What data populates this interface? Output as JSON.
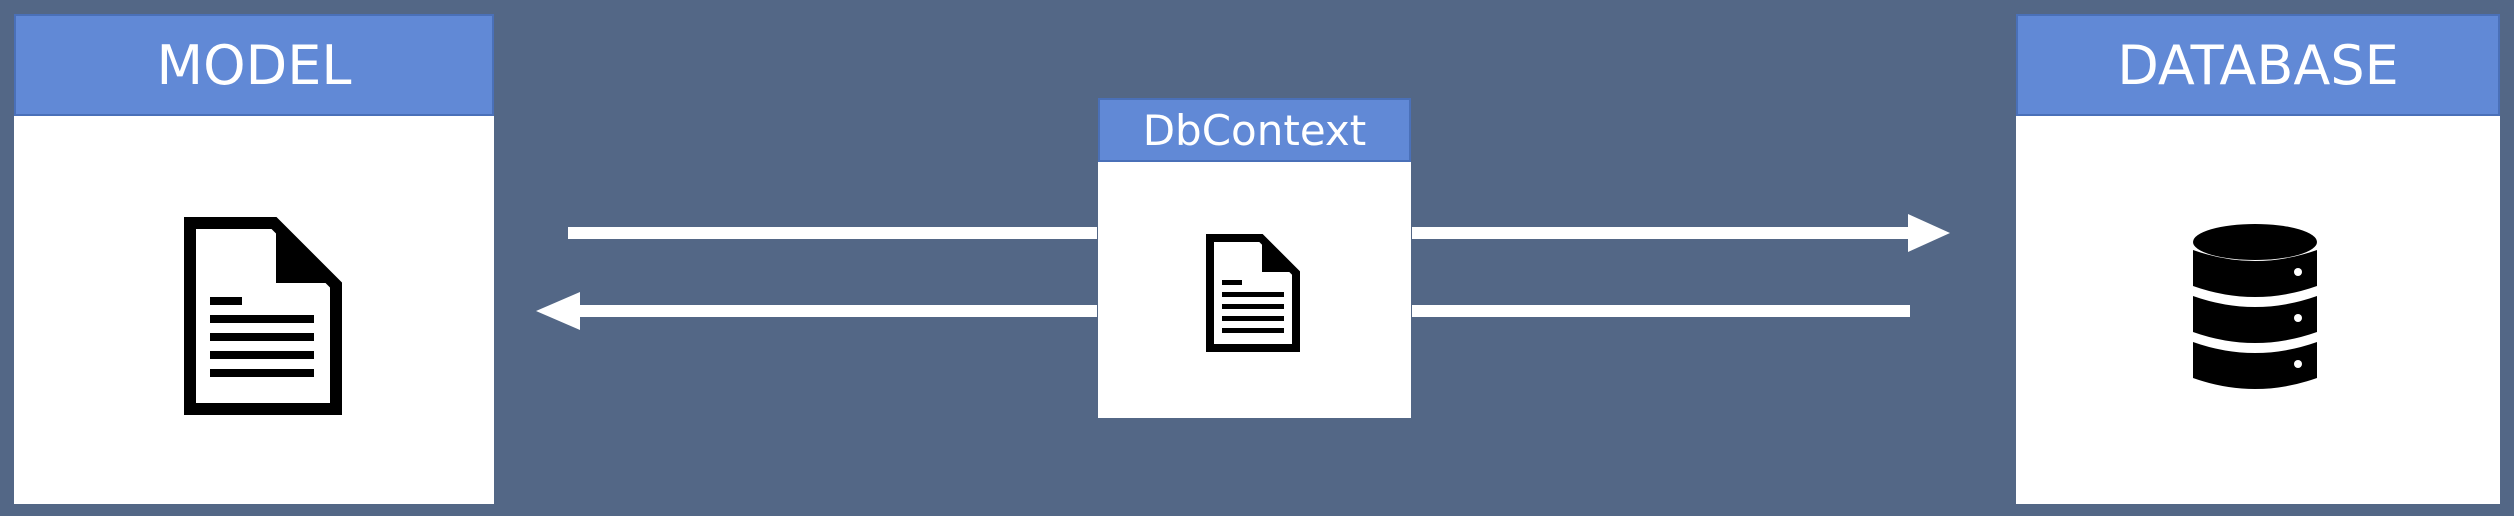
{
  "model": {
    "title": "MODEL",
    "icon": "document-icon"
  },
  "context": {
    "title": "DbContext",
    "icon": "document-icon"
  },
  "database": {
    "title": "DATABASE",
    "icon": "database-icon"
  },
  "colors": {
    "background": "#536786",
    "header": "#6189d6",
    "box": "#ffffff",
    "arrow": "#ffffff",
    "icon": "#000000"
  }
}
